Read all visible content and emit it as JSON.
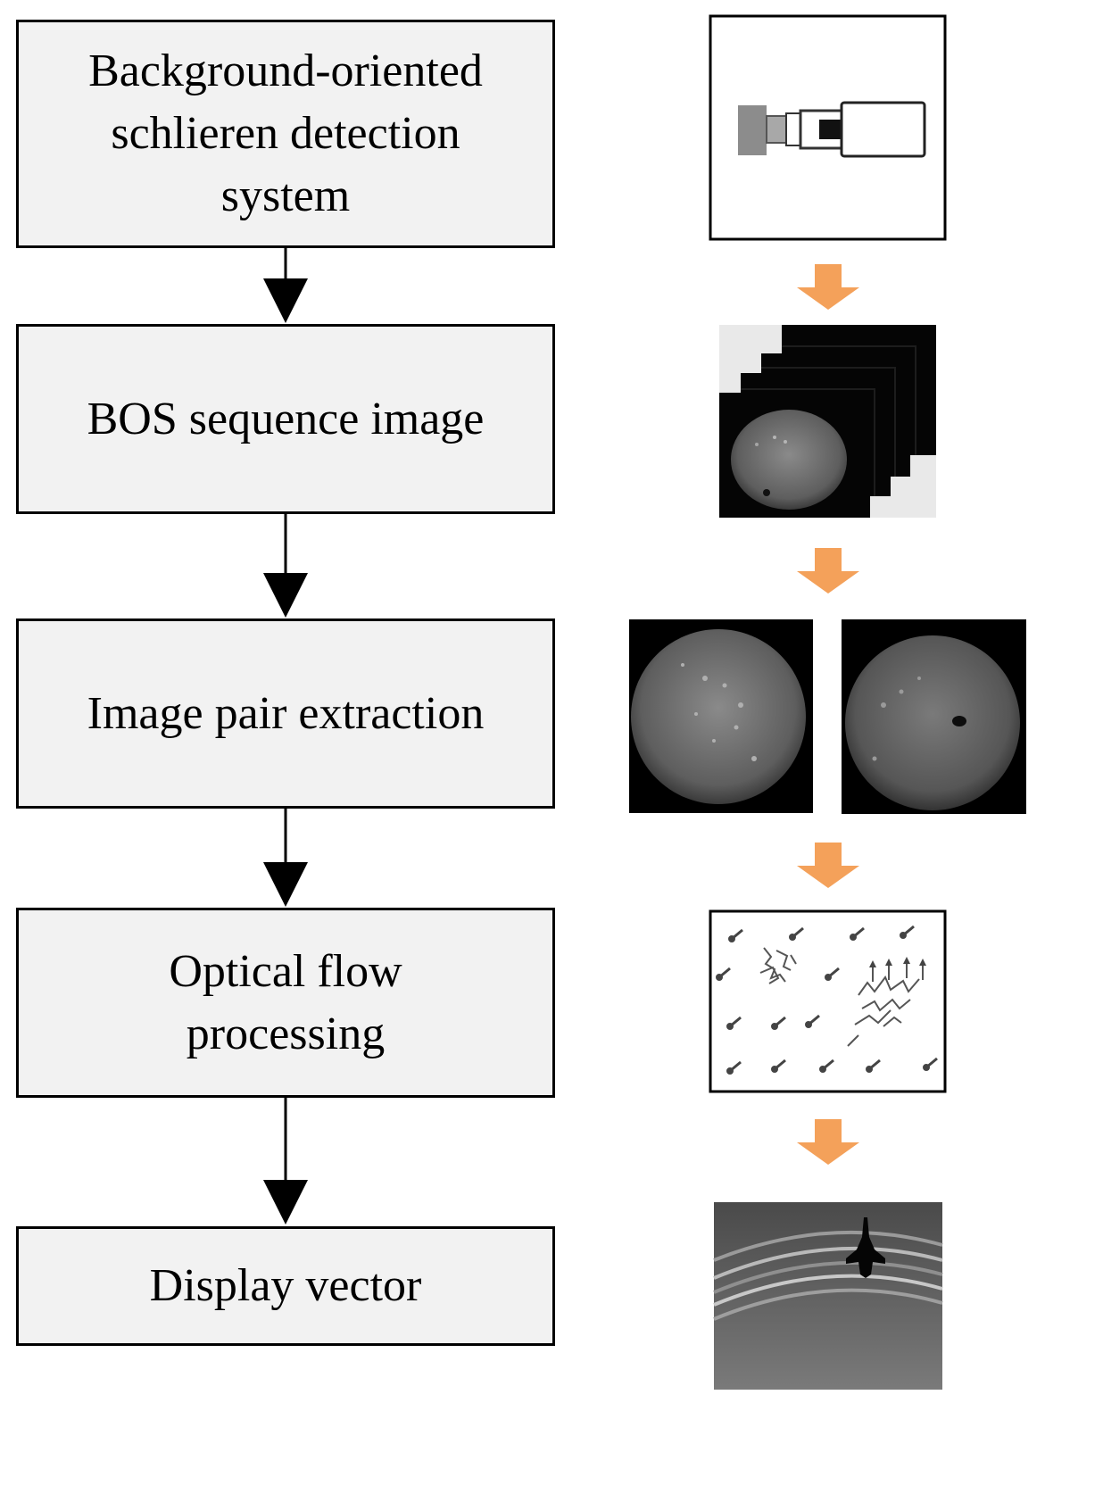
{
  "steps": [
    {
      "label": "Background-oriented\nschlieren detection\nsystem"
    },
    {
      "label": "BOS sequence image"
    },
    {
      "label": "Image pair extraction"
    },
    {
      "label": "Optical  flow\nprocessing"
    },
    {
      "label": "Display vector"
    }
  ],
  "thumbnails": [
    {
      "icon": "camera-icon"
    },
    {
      "icon": "image-stack"
    },
    {
      "icon": "image-pair"
    },
    {
      "icon": "vector-field"
    },
    {
      "icon": "flow-field-image"
    }
  ],
  "colors": {
    "box_fill": "#f2f2f2",
    "border": "#000000",
    "orange_arrow": "#f4a15a"
  }
}
